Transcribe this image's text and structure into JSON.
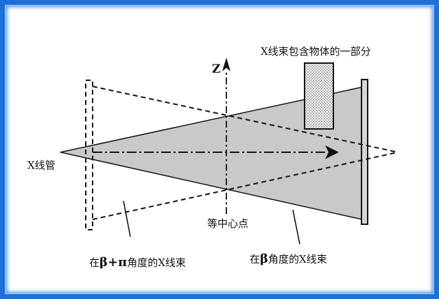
{
  "labels": {
    "beam_contains_part": "X线束包含物体的一部分",
    "z_axis": "Z",
    "xray_tube": "X线管",
    "isocenter": "等中心点",
    "beam_beta_pi_prefix": "在",
    "beam_beta_pi_symbol": "β+π",
    "beam_beta_pi_suffix": "角度的X线束",
    "beam_beta_prefix": "在",
    "beam_beta_symbol": "β",
    "beam_beta_suffix": "角度的X线束"
  },
  "colors": {
    "frame": "#1e6fd6",
    "beam_fill": "#c9c9c9",
    "detector_fill": "#d6d6d6",
    "line": "#111111"
  }
}
